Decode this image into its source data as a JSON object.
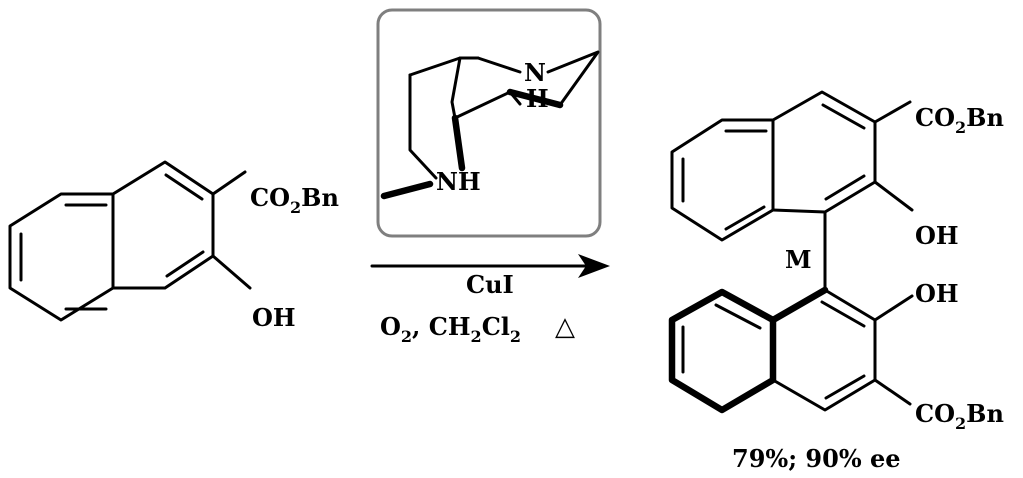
{
  "reactant": {
    "substituent_ester": "CO",
    "substituent_ester_sub": "2",
    "substituent_ester_tail": "Bn",
    "substituent_hydroxyl": "OH"
  },
  "catalyst": {
    "amine_top_n": "N",
    "amine_top_h": "H",
    "amine_bottom": "NH",
    "box_color": "#7f7f7f"
  },
  "conditions": {
    "metal": "CuI",
    "oxidant": "O",
    "oxidant_sub": "2",
    "solvent_a": "CH",
    "solvent_sub_a": "2",
    "solvent_b": "Cl",
    "solvent_sub_b": "2",
    "heat_symbol": "△"
  },
  "product": {
    "ester_top": "CO",
    "ester_top_sub": "2",
    "ester_top_tail": "Bn",
    "hydroxyl_top": "OH",
    "axial_label": "M",
    "hydroxyl_bottom": "OH",
    "ester_bottom": "CO",
    "ester_bottom_sub": "2",
    "ester_bottom_tail": "Bn"
  },
  "result": {
    "yield_text": "79%; 90% ee"
  }
}
